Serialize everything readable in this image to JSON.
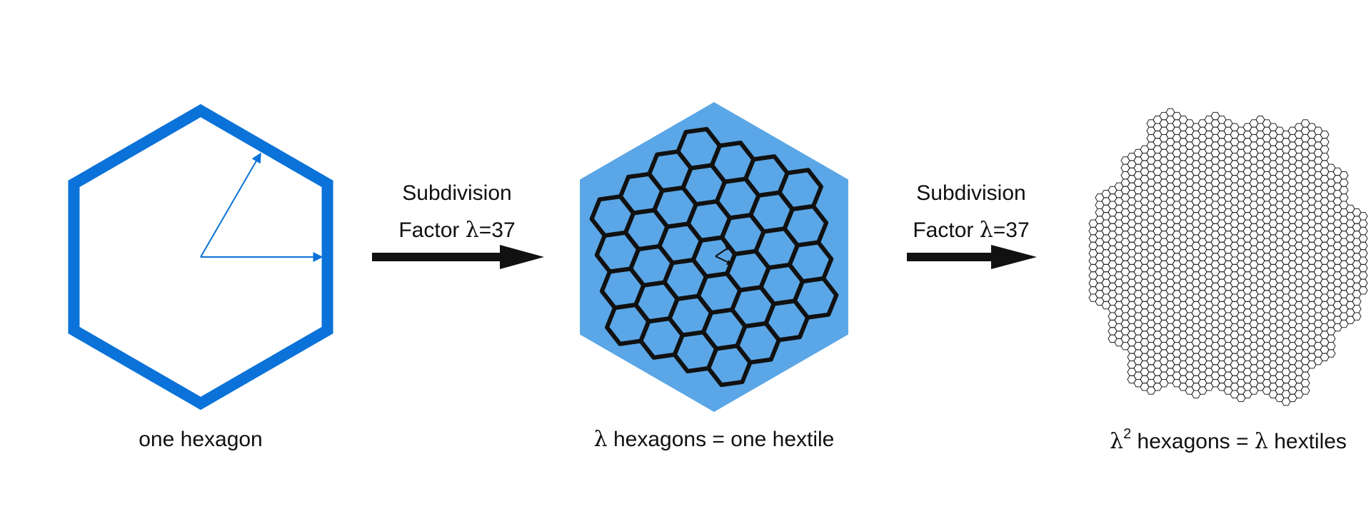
{
  "panels": [
    {
      "caption": "one hexagon"
    },
    {
      "caption_parts": {
        "lambda": "λ",
        "text": " hexagons = one hextile"
      }
    },
    {
      "caption_parts": {
        "lambda": "λ",
        "superscript": "2",
        "text": " hexagons = ",
        "lambda2": "λ",
        "text2": " hextiles"
      }
    }
  ],
  "arrows": [
    {
      "line1": "Subdivision",
      "line2_text": "Factor ",
      "line2_lambda": "λ",
      "line2_value": "=37"
    },
    {
      "line1": "Subdivision",
      "line2_text": "Factor ",
      "line2_lambda": "λ",
      "line2_value": "=37"
    }
  ],
  "colors": {
    "hexagon_outline": "#0a72d8",
    "hextile_fill": "#5aa6e6",
    "cell_stroke": "#111111",
    "arrow": "#111111"
  }
}
